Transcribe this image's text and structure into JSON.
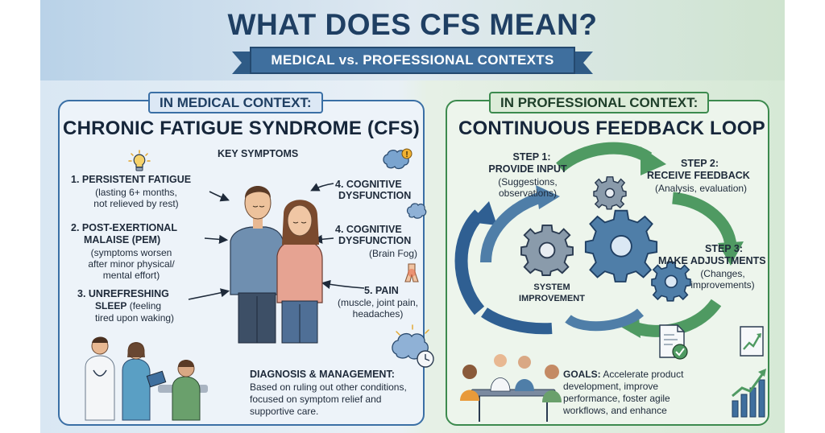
{
  "header": {
    "title": "WHAT DOES CFS MEAN?",
    "subtitle": "MEDICAL vs. PROFESSIONAL CONTEXTS"
  },
  "medical": {
    "tag": "IN MEDICAL CONTEXT:",
    "heading": "CHRONIC FATIGUE SYNDROME (CFS)",
    "key_symptoms": "KEY SYMPTOMS",
    "s1_title": "1. PERSISTENT FATIGUE",
    "s1_detail_1": "(lasting 6+ months,",
    "s1_detail_2": "not relieved by rest)",
    "s2_title_1": "2. POST-EXERTIONAL",
    "s2_title_2": "MALAISE (PEM)",
    "s2_detail_1": "(symptoms worsen",
    "s2_detail_2": "after minor physical/",
    "s2_detail_3": "mental effort)",
    "s3_title_1": "3. UNREFRESHING",
    "s3_title_2": "SLEEP",
    "s3_detail_1": "(feeling",
    "s3_detail_2": "tired upon waking)",
    "s4a_title_1": "4. COGNITIVE",
    "s4a_title_2": "DYSFUNCTION",
    "s4b_title_1": "4. COGNITIVE",
    "s4b_title_2": "DYSFUNCTION",
    "s4b_detail": "(Brain Fog)",
    "s5_title": "5. PAIN",
    "s5_detail_1": "(muscle, joint pain,",
    "s5_detail_2": "headaches)",
    "diag_title": "DIAGNOSIS & MANAGEMENT:",
    "diag_1": "Based on ruling out other conditions,",
    "diag_2": "focused on symptom relief and",
    "diag_3": "supportive care."
  },
  "professional": {
    "tag": "IN PROFESSIONAL CONTEXT:",
    "heading": "CONTINUOUS FEEDBACK LOOP",
    "step1_title_1": "STEP 1:",
    "step1_title_2": "PROVIDE INPUT",
    "step1_detail_1": "(Suggestions,",
    "step1_detail_2": "observations)",
    "step2_title_1": "STEP 2:",
    "step2_title_2": "RECEIVE FEEDBACK",
    "step2_detail": "(Analysis, evaluation)",
    "step3_title_1": "STEP 3:",
    "step3_title_2": "MAKE ADJUSTMENTS",
    "step3_detail_1": "(Changes,",
    "step3_detail_2": "improvements)",
    "center_1": "SYSTEM",
    "center_2": "IMPROVEMENT",
    "goals_title": "GOALS:",
    "goals_1": "Accelerate product",
    "goals_2": "development, improve",
    "goals_3": "performance, foster agile",
    "goals_4": "workflows, and enhance"
  },
  "colors": {
    "navy": "#1f3f63",
    "medical_accent": "#3a6fa5",
    "professional_accent": "#3c8a4e",
    "gear_blue": "#4f7ea8",
    "arrow_green": "#4f9a62"
  }
}
